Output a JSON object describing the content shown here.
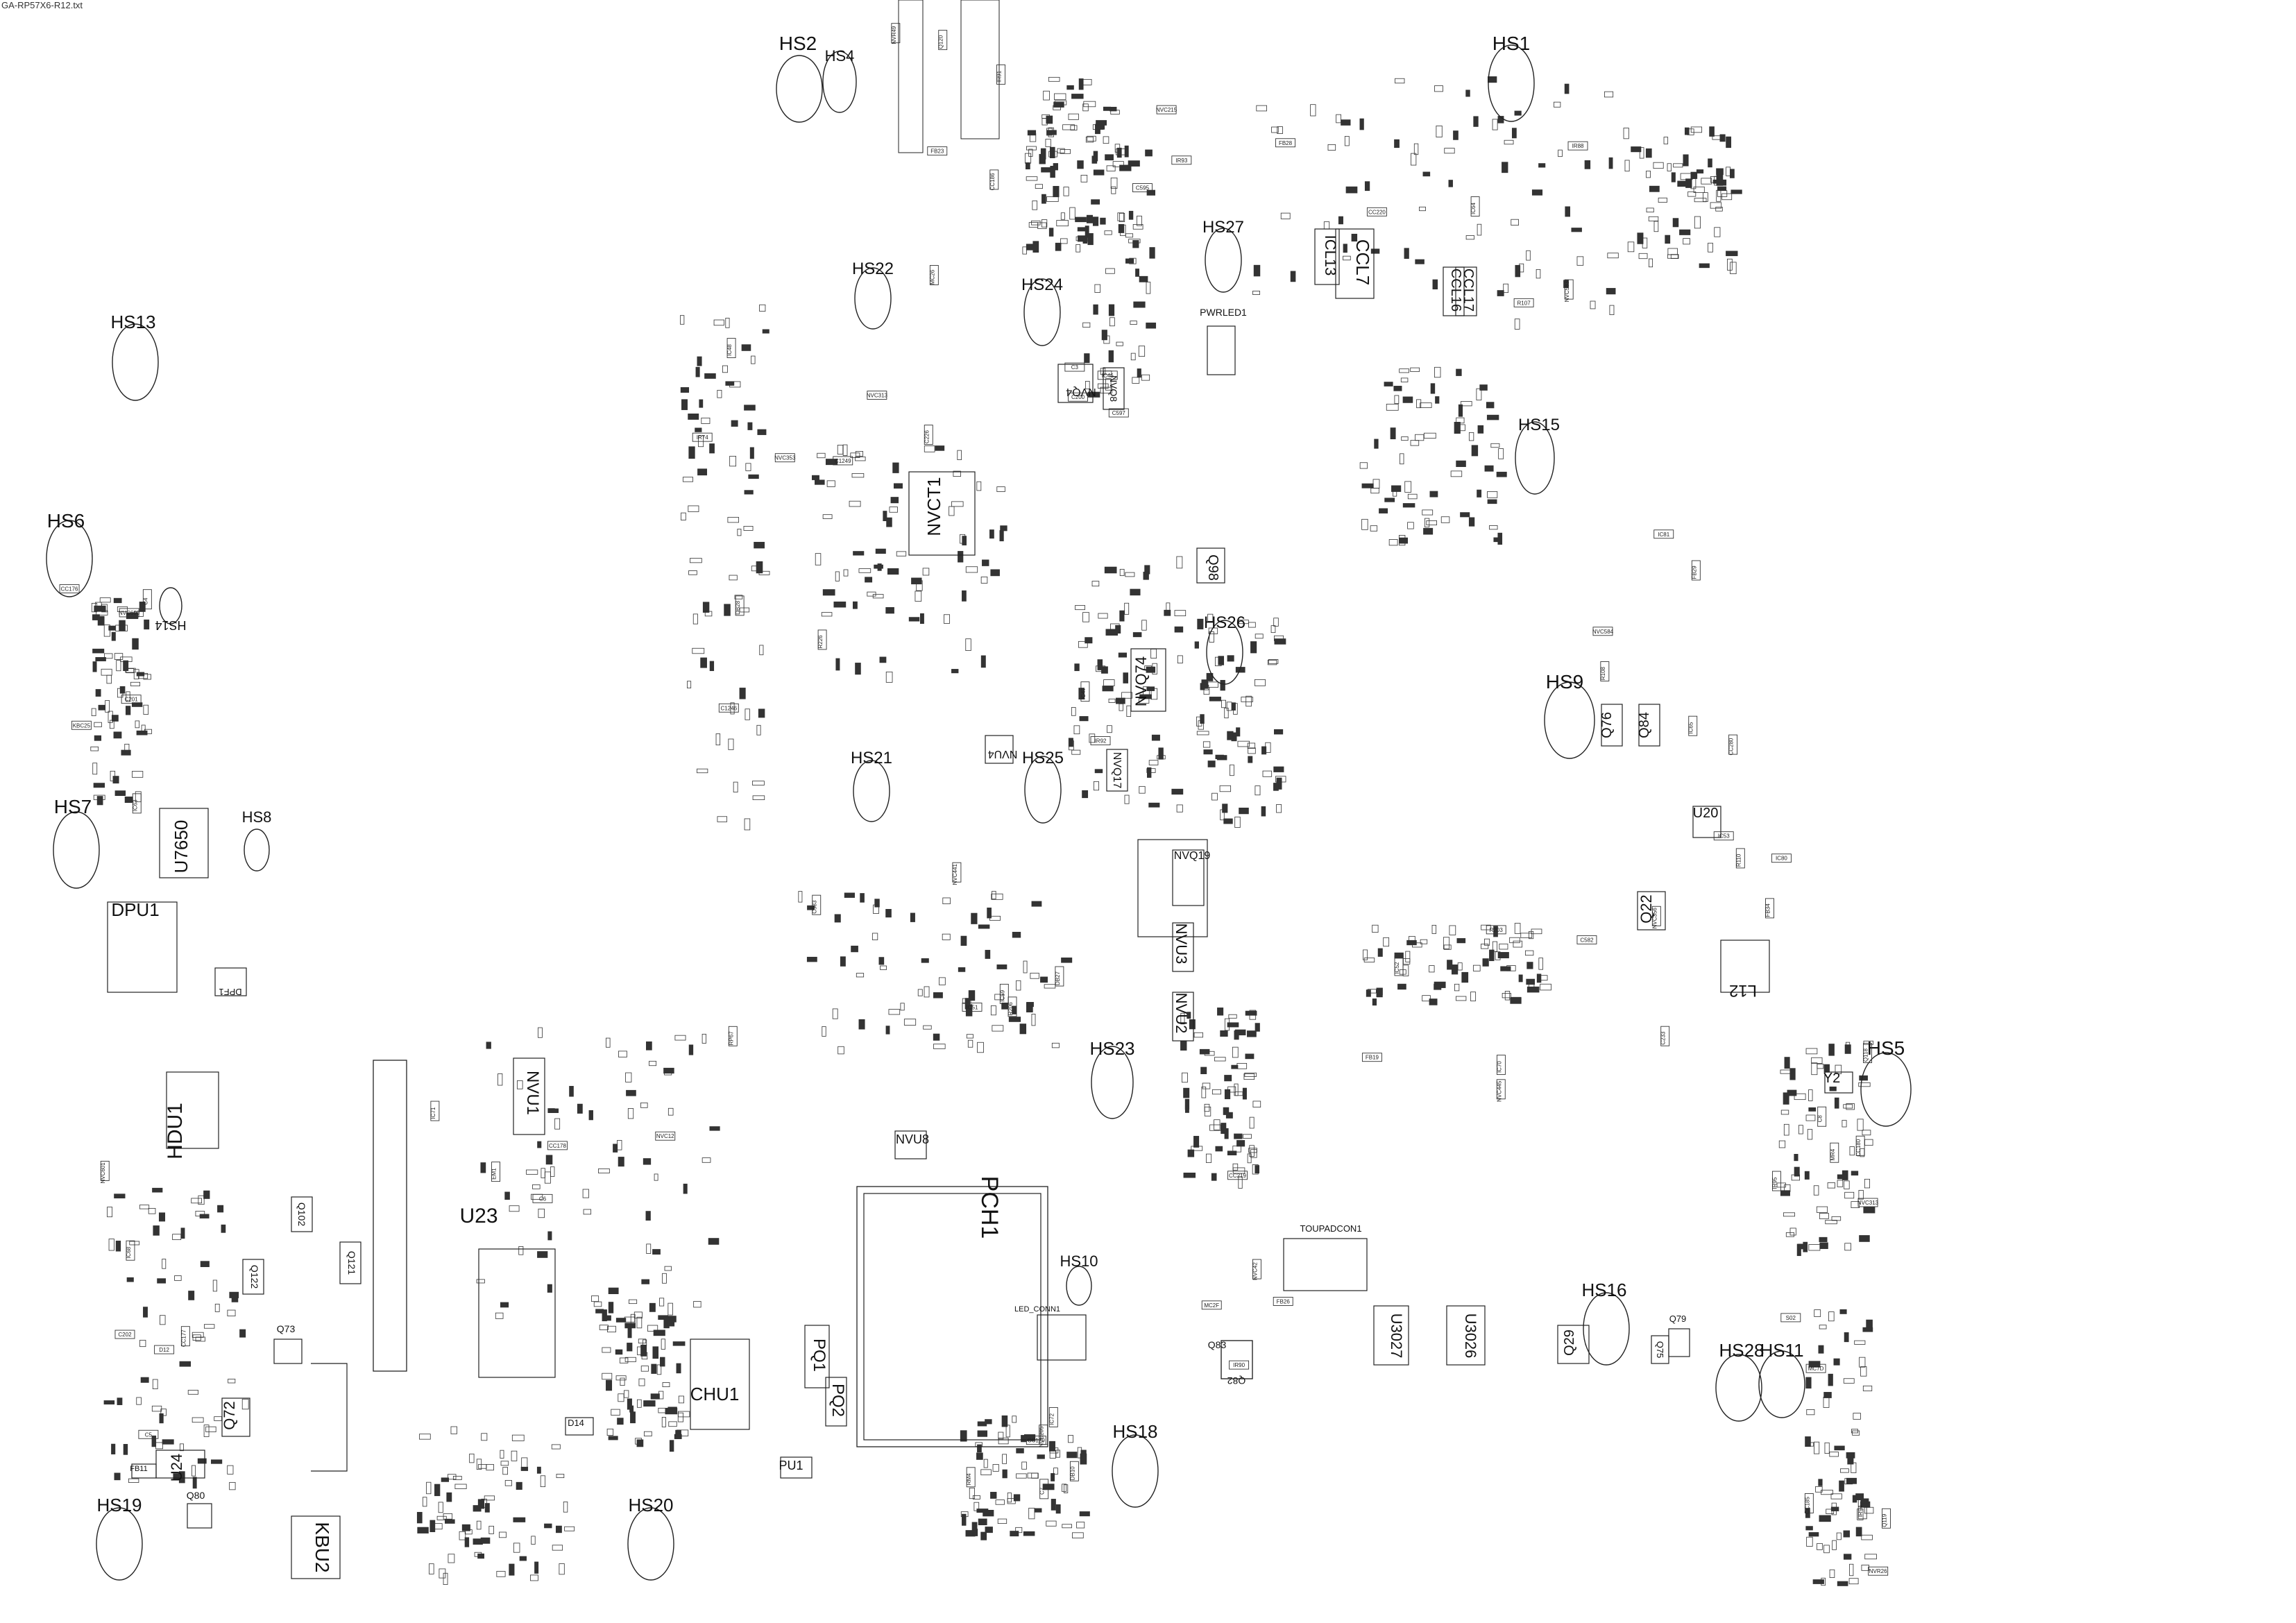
{
  "file_name": "GA-RP57X6-R12.txt",
  "heat_sinks": [
    "HS1",
    "HS2",
    "HS4",
    "HS5",
    "HS6",
    "HS7",
    "HS8",
    "HS9",
    "HS10",
    "HS11",
    "HS13",
    "HS14",
    "HS15",
    "HS16",
    "HS18",
    "HS19",
    "HS20",
    "HS21",
    "HS22",
    "HS23",
    "HS24",
    "HS25",
    "HS26",
    "HS27",
    "HS28"
  ],
  "major_components": [
    "PCH1",
    "CHU1",
    "HDU1",
    "DPU1",
    "KBU2",
    "U23",
    "U24",
    "U20",
    "U7650",
    "U3026",
    "U3027",
    "NVU1",
    "NVU2",
    "NVU3",
    "NVU4",
    "NVU8",
    "NVCT1",
    "NVQ74",
    "NVQ17",
    "NVQ19",
    "NVQ4",
    "NVQ8",
    "CCL7",
    "ICL13",
    "CCL16",
    "CCL17",
    "PQ1",
    "PQ2",
    "PU1",
    "PWRLED1",
    "TOUPADCON1",
    "LED_CONN1",
    "L12",
    "Q22",
    "Q29",
    "Q72",
    "Q73",
    "Q75",
    "Q76",
    "Q79",
    "Q80",
    "Q82",
    "Q83",
    "Q84",
    "Q98",
    "Q102",
    "Q121",
    "Q122",
    "Y2",
    "D14",
    "DPF1",
    "FB11"
  ],
  "minor_labels": [
    "IC64",
    "IC65",
    "IC53",
    "IC52",
    "IC51",
    "IC48",
    "IC47",
    "IC46",
    "IC63",
    "IC68",
    "IC71",
    "IC72",
    "IR95",
    "IR94",
    "IR91",
    "IR90",
    "IR88",
    "IC81",
    "IC80",
    "IC70",
    "IC59",
    "IR74",
    "IR92",
    "IR93",
    "CC176",
    "CC177",
    "CC178",
    "CC179",
    "CC180",
    "CC185",
    "CC186",
    "CC219",
    "CC220",
    "CC280",
    "C233",
    "R203",
    "R206",
    "R226",
    "C226",
    "C200",
    "C201",
    "C202",
    "RP67",
    "DB10",
    "MR4",
    "MC7D",
    "MC26",
    "MC2F",
    "R107",
    "R108",
    "R110",
    "C582",
    "C583",
    "C1246",
    "C1249",
    "C3",
    "C4",
    "C5",
    "C6",
    "C7",
    "C8",
    "NVR26",
    "NVR49",
    "NVC42",
    "NVC583",
    "NVC584",
    "NVC356",
    "NVC445",
    "NVC441",
    "NVC353",
    "NVC313",
    "NVC215",
    "NVC600",
    "NVC601",
    "NVC12",
    "NVC205",
    "NVC313",
    "S02",
    "FB23",
    "FB26",
    "FB28",
    "FB29",
    "FB34",
    "FB19",
    "DB27",
    "DB28",
    "C597",
    "C595",
    "KBC25",
    "D12",
    "EM1",
    "RM4",
    "Q118",
    "Q119",
    "Q120"
  ]
}
